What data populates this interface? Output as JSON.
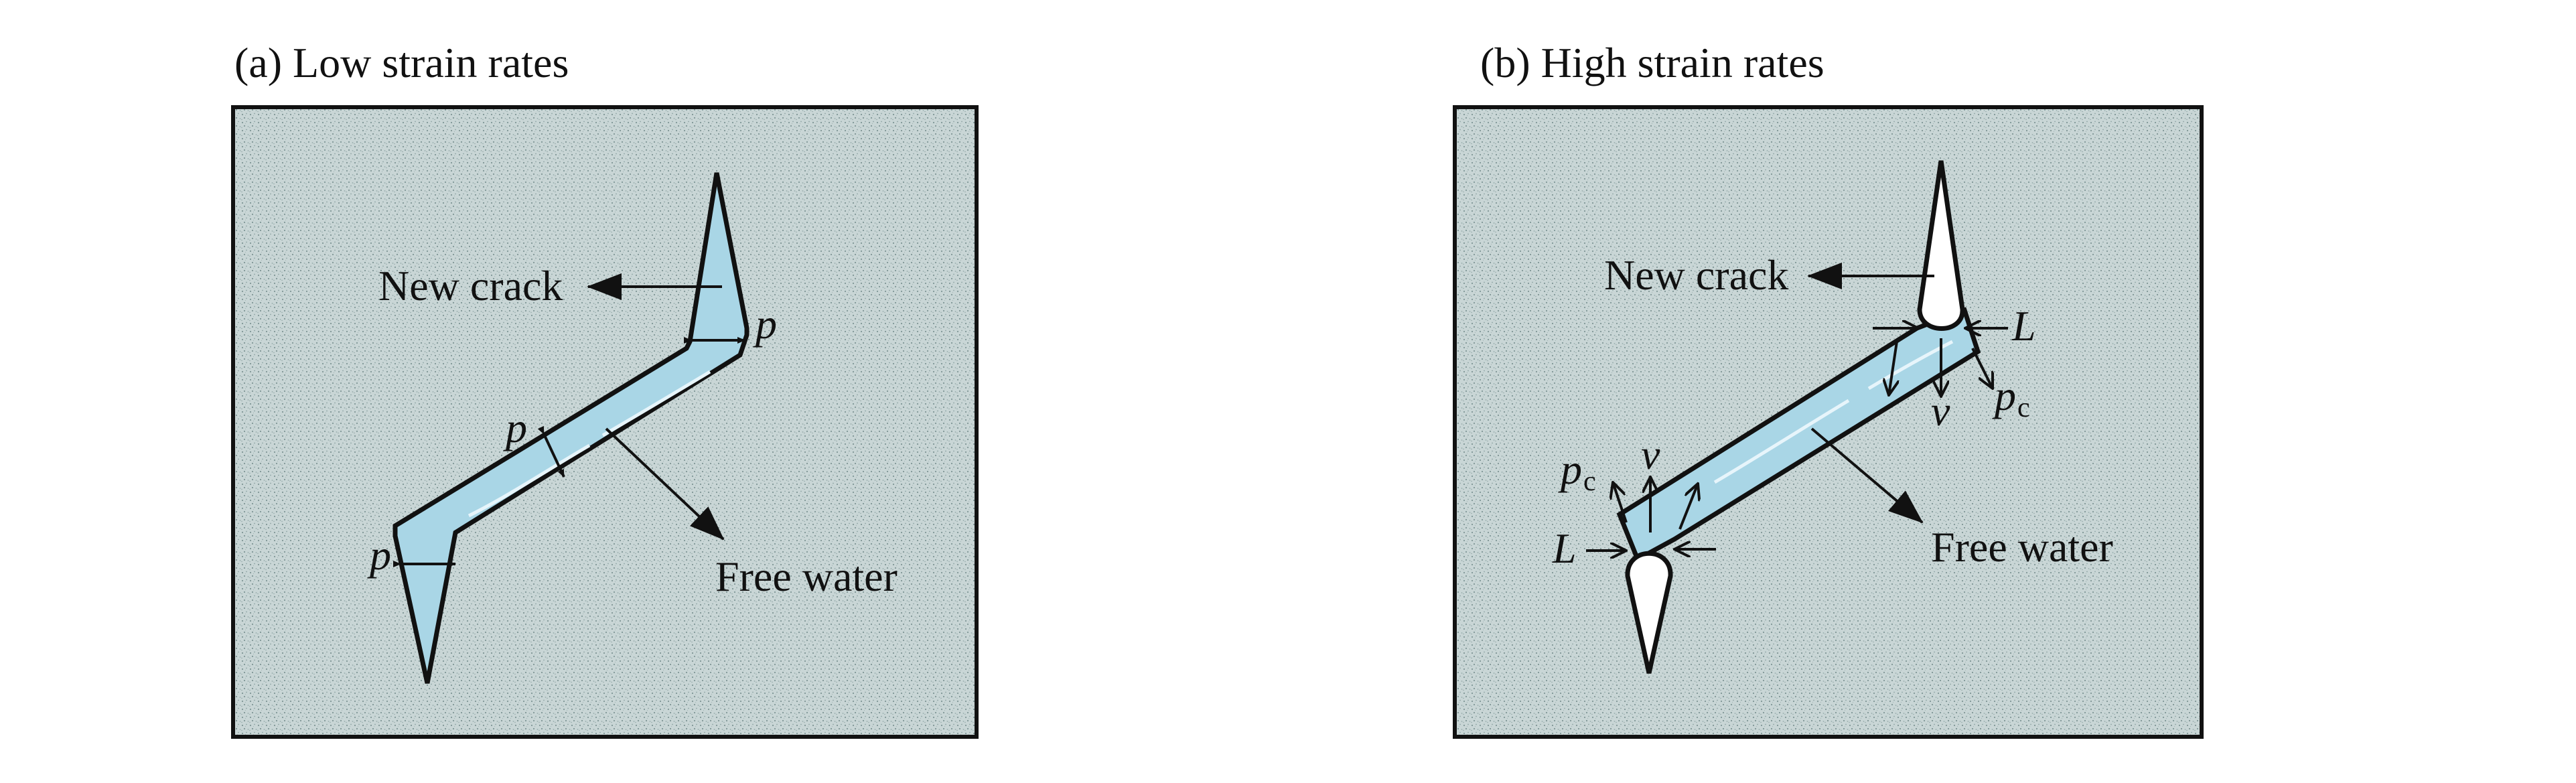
{
  "panels": [
    {
      "title": "(a) Low strain rates",
      "labels": {
        "new_crack": "New crack",
        "free_water": "Free water",
        "pressure": "p"
      }
    },
    {
      "title": "(b) High strain rates",
      "labels": {
        "new_crack": "New crack",
        "free_water": "Free water",
        "length": "L",
        "velocity": "v",
        "pc_base": "p",
        "pc_sub": "c"
      }
    }
  ],
  "colors": {
    "matrix": "#c9d6d6",
    "water": "#a9d6e6",
    "outline": "#111111"
  }
}
